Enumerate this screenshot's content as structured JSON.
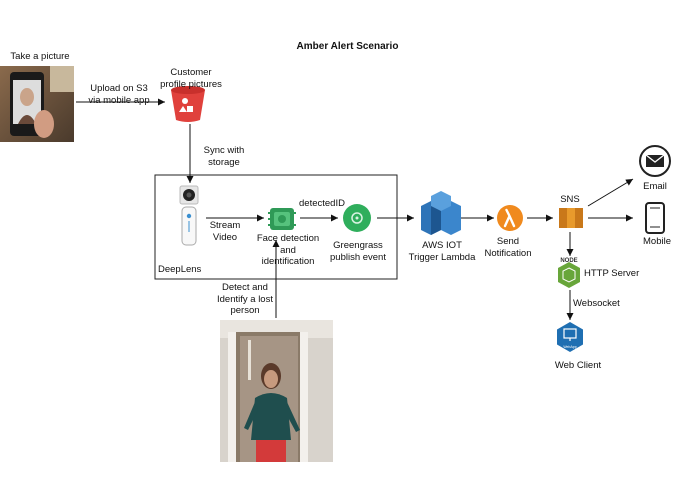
{
  "title": "Amber Alert Scenario",
  "nodes": {
    "take_picture": "Take a picture",
    "upload": [
      "Upload on S3",
      "via mobile app"
    ],
    "customer_profile": [
      "Customer",
      "profile pictures"
    ],
    "sync": [
      "Sync with",
      "storage"
    ],
    "deeplens": "DeepLens",
    "stream_video": [
      "Stream",
      "Video"
    ],
    "face_detection": [
      "Face detection",
      "and",
      "identification"
    ],
    "detected_id": "detectedID",
    "greengrass": [
      "Greengrass",
      "publish event"
    ],
    "aws_iot": [
      "AWS IOT",
      "Trigger Lambda"
    ],
    "send_notification": [
      "Send",
      "Notification"
    ],
    "sns": "SNS",
    "email": "Email",
    "mobile": "Mobile",
    "http_server": "HTTP Server",
    "websocket": "Websocket",
    "web_client": "Web Client",
    "detect_identify": [
      "Detect and",
      "Identify a lost",
      "person"
    ]
  },
  "icon_text": {
    "node_logo": "NODE",
    "web_badge": "WebApp"
  },
  "colors": {
    "s3_red": "#e0413c",
    "greengrass_green": "#2fae5c",
    "face_green": "#2f9a57",
    "iot_blue": "#2e74b8",
    "lambda_orange": "#f08a1e",
    "sns_orange": "#e89a2c",
    "node_green": "#68a63a",
    "webclient_blue": "#1f6fb2"
  },
  "icons": [
    "s3-bucket-icon",
    "deeplens-camera-icon",
    "face-detection-icon",
    "greengrass-icon",
    "aws-iot-icon",
    "lambda-icon",
    "sns-icon",
    "email-icon",
    "mobile-icon",
    "nodejs-icon",
    "web-client-icon"
  ]
}
